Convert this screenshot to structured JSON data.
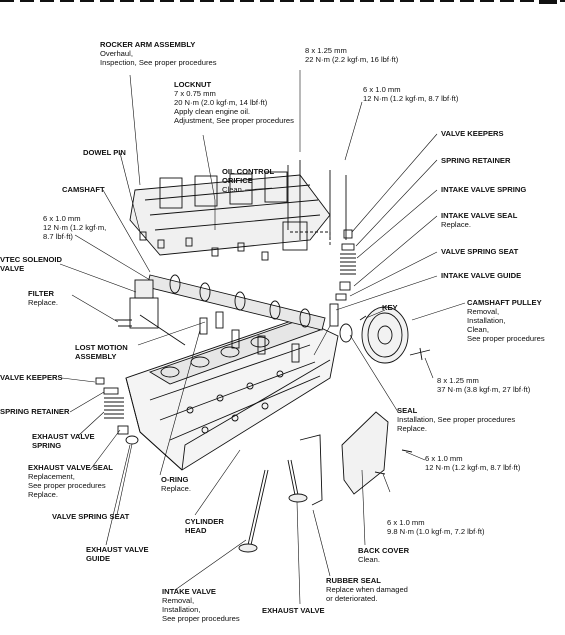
{
  "labels": {
    "rocker_arm_assembly": {
      "title": "ROCKER ARM ASSEMBLY",
      "lines": [
        "Overhaul,",
        "Inspection, See proper procedures"
      ]
    },
    "locknut": {
      "title": "LOCKNUT",
      "lines": [
        "7 x 0.75 mm",
        "20 N·m (2.0 kgf·m, 14 lbf·ft)",
        "Apply clean engine oil.",
        "Adjustment, See proper procedures"
      ]
    },
    "bolt_8x125_top": {
      "title": "",
      "lines": [
        "8 x 1.25 mm",
        "22 N·m (2.2 kgf·m, 16 lbf·ft)"
      ]
    },
    "bolt_6x10_top": {
      "title": "",
      "lines": [
        "6 x 1.0 mm",
        "12 N·m (1.2 kgf·m, 8.7 lbf·ft)"
      ]
    },
    "dowel_pin": {
      "title": "DOWEL PIN",
      "lines": []
    },
    "oil_control_orifice": {
      "title": "OIL CONTROL\nORIFICE",
      "lines": [
        "Clean."
      ]
    },
    "valve_keepers_r": {
      "title": "VALVE KEEPERS",
      "lines": []
    },
    "spring_retainer_r": {
      "title": "SPRING RETAINER",
      "lines": []
    },
    "camshaft": {
      "title": "CAMSHAFT",
      "lines": []
    },
    "intake_valve_spring": {
      "title": "INTAKE VALVE SPRING",
      "lines": []
    },
    "bolt_6x10_left": {
      "title": "",
      "lines": [
        "6 x 1.0 mm",
        "12 N·m (1.2 kgf·m,",
        "8.7 lbf·ft)"
      ]
    },
    "intake_valve_seal": {
      "title": "INTAKE VALVE SEAL",
      "lines": [
        "Replace."
      ]
    },
    "vtec_solenoid": {
      "title": "VTEC SOLENOID\nVALVE",
      "lines": []
    },
    "valve_spring_seat_r": {
      "title": "VALVE SPRING SEAT",
      "lines": []
    },
    "intake_valve_guide": {
      "title": "INTAKE VALVE GUIDE",
      "lines": []
    },
    "filter": {
      "title": "FILTER",
      "lines": [
        "Replace."
      ]
    },
    "key": {
      "title": "KEY",
      "lines": []
    },
    "camshaft_pulley": {
      "title": "CAMSHAFT PULLEY",
      "lines": [
        "Removal,",
        "Installation,",
        "Clean,",
        "See proper procedures"
      ]
    },
    "lost_motion": {
      "title": "LOST MOTION\nASSEMBLY",
      "lines": []
    },
    "bolt_8x125_pulley": {
      "title": "",
      "lines": [
        "8 x 1.25 mm",
        "37 N·m (3.8 kgf·m, 27 lbf·ft)"
      ]
    },
    "valve_keepers_l": {
      "title": "VALVE KEEPERS",
      "lines": []
    },
    "spring_retainer_l": {
      "title": "SPRING RETAINER",
      "lines": []
    },
    "seal": {
      "title": "SEAL",
      "lines": [
        "Installation, See proper procedures",
        "Replace."
      ]
    },
    "exhaust_valve_spring": {
      "title": "EXHAUST VALVE\nSPRING",
      "lines": []
    },
    "exhaust_valve_seal": {
      "title": "EXHAUST VALVE SEAL",
      "lines": [
        "Replacement,",
        "See proper procedures",
        "Replace."
      ]
    },
    "bolt_6x10_cover": {
      "title": "",
      "lines": [
        "6 x 1.0 mm",
        "12 N·m (1.2 kgf·m, 8.7 lbf·ft)"
      ]
    },
    "o_ring": {
      "title": "O-RING",
      "lines": [
        "Replace."
      ]
    },
    "valve_spring_seat_l": {
      "title": "VALVE SPRING SEAT",
      "lines": []
    },
    "bolt_6x10_back": {
      "title": "",
      "lines": [
        "6 x 1.0 mm",
        "9.8 N·m (1.0 kgf·m, 7.2 lbf·ft)"
      ]
    },
    "cylinder_head": {
      "title": "CYLINDER\nHEAD",
      "lines": []
    },
    "exhaust_valve_guide": {
      "title": "EXHAUST VALVE\nGUIDE",
      "lines": []
    },
    "back_cover": {
      "title": "BACK COVER",
      "lines": [
        "Clean."
      ]
    },
    "intake_valve": {
      "title": "INTAKE VALVE",
      "lines": [
        "Removal,",
        "Installation,",
        "See proper procedures"
      ]
    },
    "rubber_seal": {
      "title": "RUBBER SEAL",
      "lines": [
        "Replace when damaged",
        "or deteriorated."
      ]
    },
    "exhaust_valve": {
      "title": "EXHAUST VALVE",
      "lines": []
    }
  }
}
